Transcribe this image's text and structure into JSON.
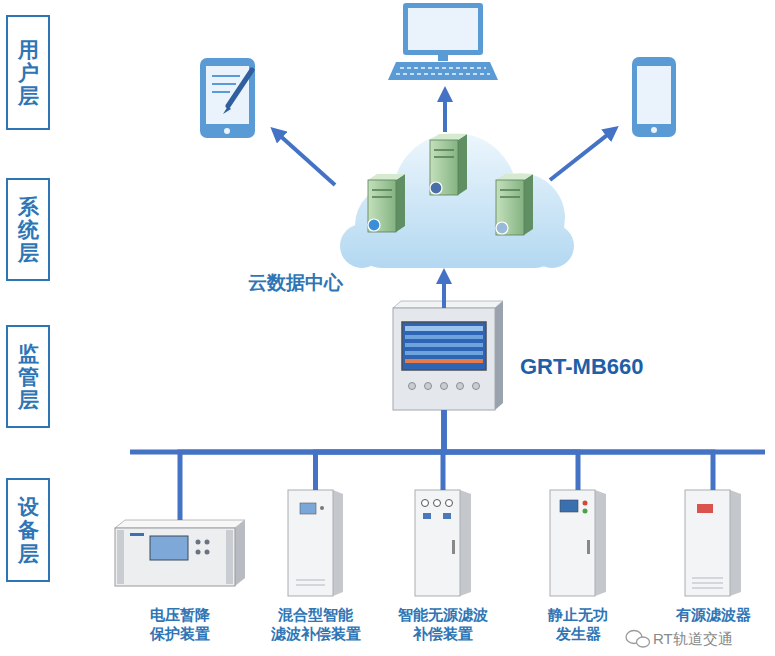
{
  "diagram": {
    "nodes": [
      {
        "text": [
          "用户层"
        ]
      },
      {
        "text": [
          "系统层"
        ]
      },
      {
        "text": [
          "监管层"
        ]
      },
      {
        "text": [
          "设备层"
        ]
      },
      {
        "text": [
          "云数据中心"
        ]
      },
      {
        "text": [
          "GRT-MB660"
        ]
      },
      {
        "text": [
          "电压暂降 保护装置"
        ]
      },
      {
        "text": [
          "混合型智能 滤波补偿装置"
        ]
      },
      {
        "text": [
          "智能无源滤波 补偿装置"
        ]
      },
      {
        "text": [
          "静止无功 发生器"
        ]
      },
      {
        "text": [
          "有源滤波器"
        ]
      }
    ],
    "edges": [
      {
        "from": 5,
        "to": 4,
        "arrow": "to"
      },
      {
        "from": 5,
        "to": 6,
        "arrow": "none"
      },
      {
        "from": 5,
        "to": 7,
        "arrow": "none"
      },
      {
        "from": 5,
        "to": 8,
        "arrow": "none"
      },
      {
        "from": 5,
        "to": 9,
        "arrow": "none"
      },
      {
        "from": 5,
        "to": 10,
        "arrow": "none"
      }
    ],
    "labels": [
      "RT轨道交通"
    ]
  }
}
